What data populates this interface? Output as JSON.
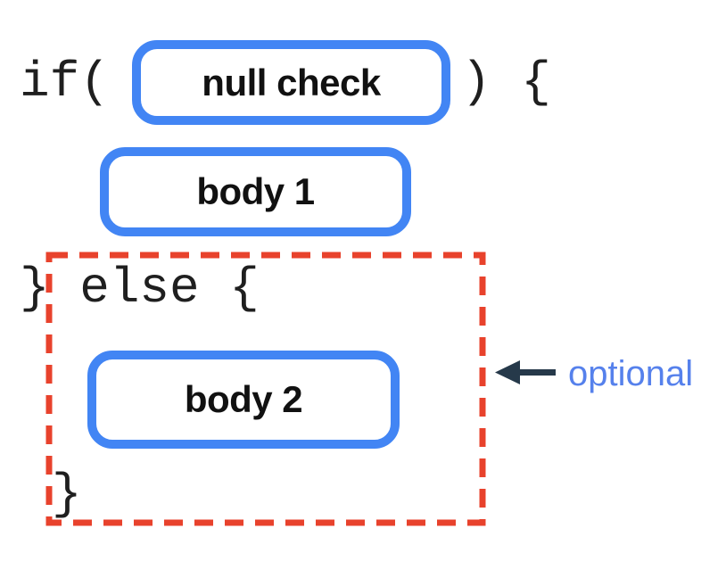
{
  "diagram": {
    "code": {
      "if_open": "if(",
      "if_close": ") {",
      "else_line": "} else {",
      "closing_brace": "}"
    },
    "boxes": {
      "condition": {
        "label": "null check"
      },
      "body1": {
        "label": "body 1"
      },
      "body2": {
        "label": "body 2"
      }
    },
    "annotation": {
      "label": "optional"
    },
    "colors": {
      "box_border": "#4285f4",
      "optional_outline": "#e8422c",
      "arrow": "#26394a",
      "annotation_text": "#5681ec",
      "code_text": "#1f1f1f",
      "label_text": "#111111"
    }
  }
}
